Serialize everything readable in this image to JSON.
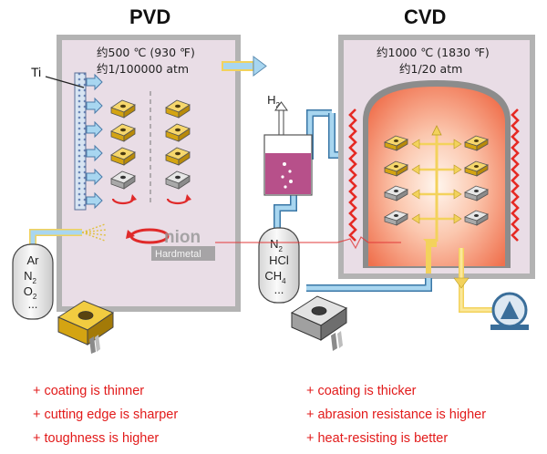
{
  "pvd": {
    "title": "PVD",
    "temperature": "约500 ℃ (930 ℉)",
    "pressure": "约1/100000 atm",
    "target_label": "Ti",
    "gas_line1": "Ar",
    "gas_line2_base": "N",
    "gas_line2_sub": "2",
    "gas_line3_base": "O",
    "gas_line3_sub": "2",
    "gas_line4": "..."
  },
  "cvd": {
    "title": "CVD",
    "temperature": "约1000 ℃ (1830 ℉)",
    "pressure": "约1/20 atm",
    "h2_base": "H",
    "h2_sub": "2",
    "gas_line1_base": "N",
    "gas_line1_sub": "2",
    "gas_line2": "HCl",
    "gas_line3_base": "CH",
    "gas_line3_sub": "4",
    "gas_line4": "..."
  },
  "watermark": {
    "brand": "nion",
    "sub": "Hardmetal"
  },
  "pvd_points": [
    "+ coating is thinner",
    "+ cutting edge is sharper",
    "+ toughness is higher"
  ],
  "cvd_points": [
    "+ coating is thicker",
    "+ abrasion resistance is higher",
    "+ heat-resisting is better"
  ],
  "colors": {
    "chamber_fill": "#e9dde6",
    "pipe_blue": "#a8d6f0",
    "pipe_yellow": "#f3d25c",
    "insert_gold": "#f0c020",
    "insert_grey": "#b8b8b8",
    "heater_red": "#e52a24",
    "text_red": "#e21a1a"
  }
}
